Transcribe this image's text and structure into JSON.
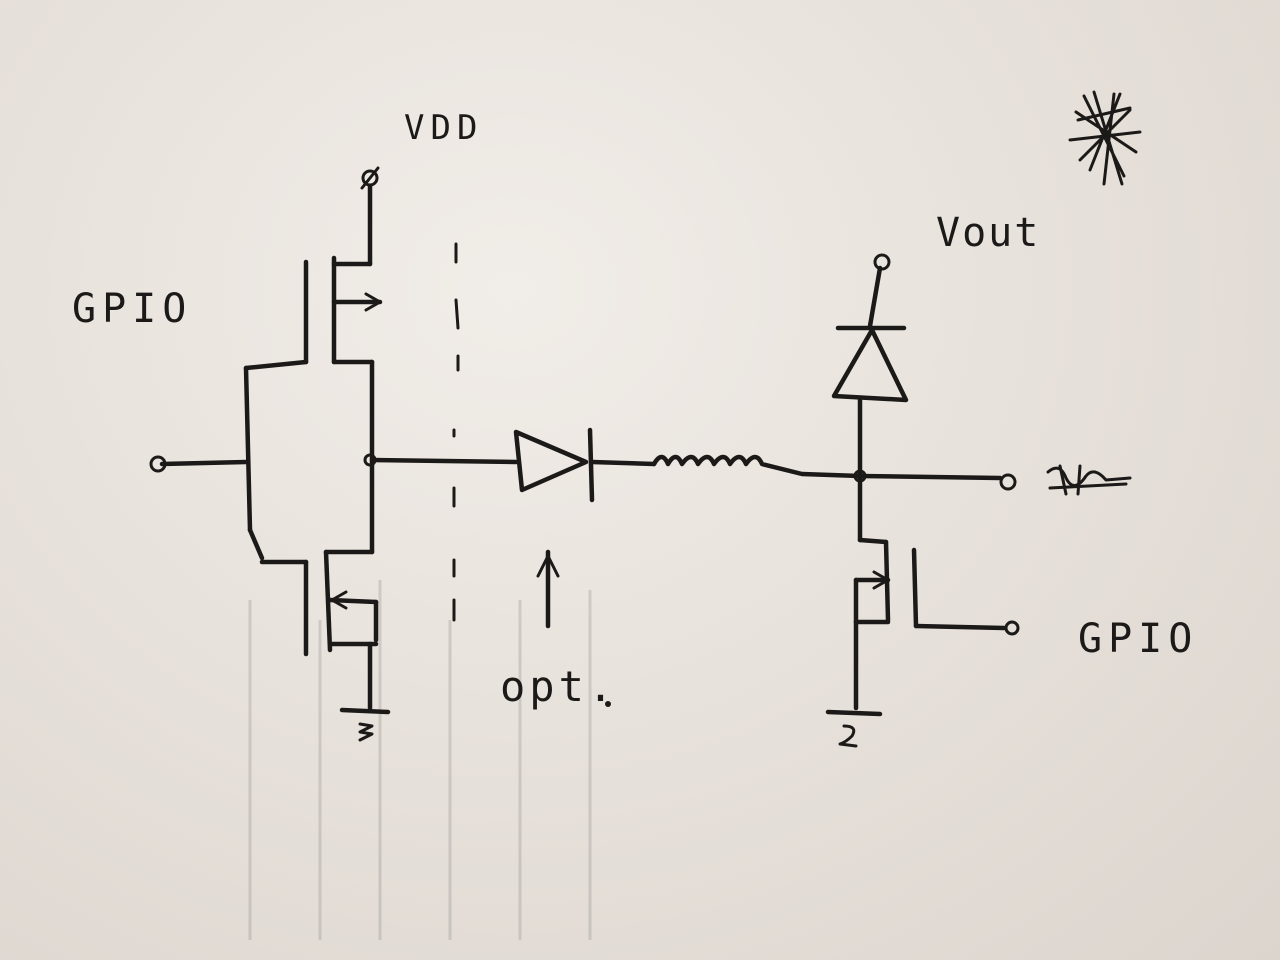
{
  "labels": {
    "vdd": "VDD",
    "gpio_left": "GPIO",
    "vout": "Vout",
    "gpio_right": "GPIO",
    "opt": "opt."
  },
  "colors": {
    "paper": "#ece7e1",
    "ink": "#1c1a18"
  },
  "icons": {
    "scribble": "crossed-out-scribble-icon",
    "diode": "diode-symbol",
    "resistor": "resistor-symbol",
    "mosfet": "mosfet-symbol",
    "ground": "ground-symbol"
  }
}
